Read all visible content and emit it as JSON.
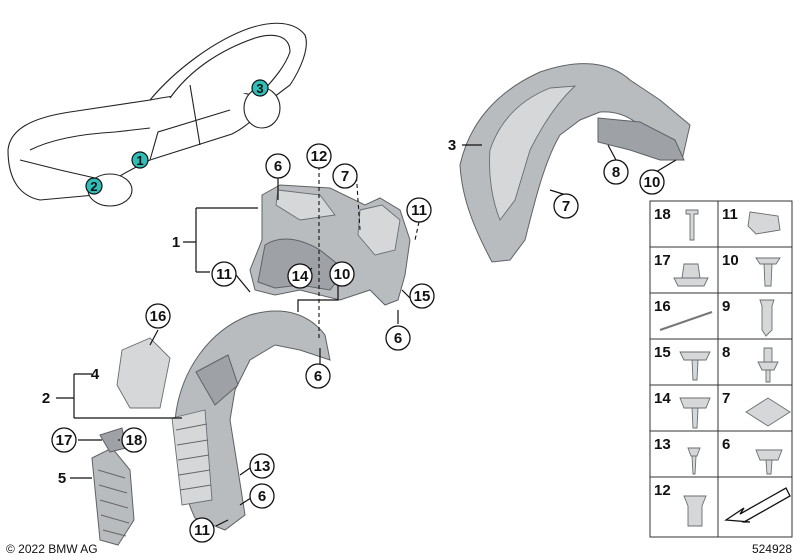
{
  "footer": {
    "copyright": "© 2022 BMW AG",
    "diagram_number": "524928"
  },
  "car_markers": [
    "1",
    "2",
    "3"
  ],
  "callouts": {
    "c6_upper": "6",
    "c12": "12",
    "c7_upper": "7",
    "c11_right": "11",
    "c1": "1",
    "c11_left": "11",
    "c14": "14",
    "c10_mid": "10",
    "c15": "15",
    "c6_mid": "6",
    "c3": "3",
    "c8": "8",
    "c10_rear": "10",
    "c7_rear": "7",
    "c16": "16",
    "c4": "4",
    "c2": "2",
    "c6_front": "6",
    "c17": "17",
    "c18": "18",
    "c5": "5",
    "c13": "13",
    "c6_bottom": "6",
    "c11_bottom": "11"
  },
  "parts_table": [
    {
      "left": "18",
      "right": "11"
    },
    {
      "left": "17",
      "right": "10"
    },
    {
      "left": "16",
      "right": "9"
    },
    {
      "left": "15",
      "right": "8"
    },
    {
      "left": "14",
      "right": "7"
    },
    {
      "left": "13",
      "right": "6"
    },
    {
      "left": "12",
      "right": ""
    }
  ],
  "icons": {
    "arrow_cell": "arrow-icon",
    "colors": {
      "marker": "#2fbfb8",
      "part": "#b9bcbf",
      "outline": "#111111"
    }
  }
}
